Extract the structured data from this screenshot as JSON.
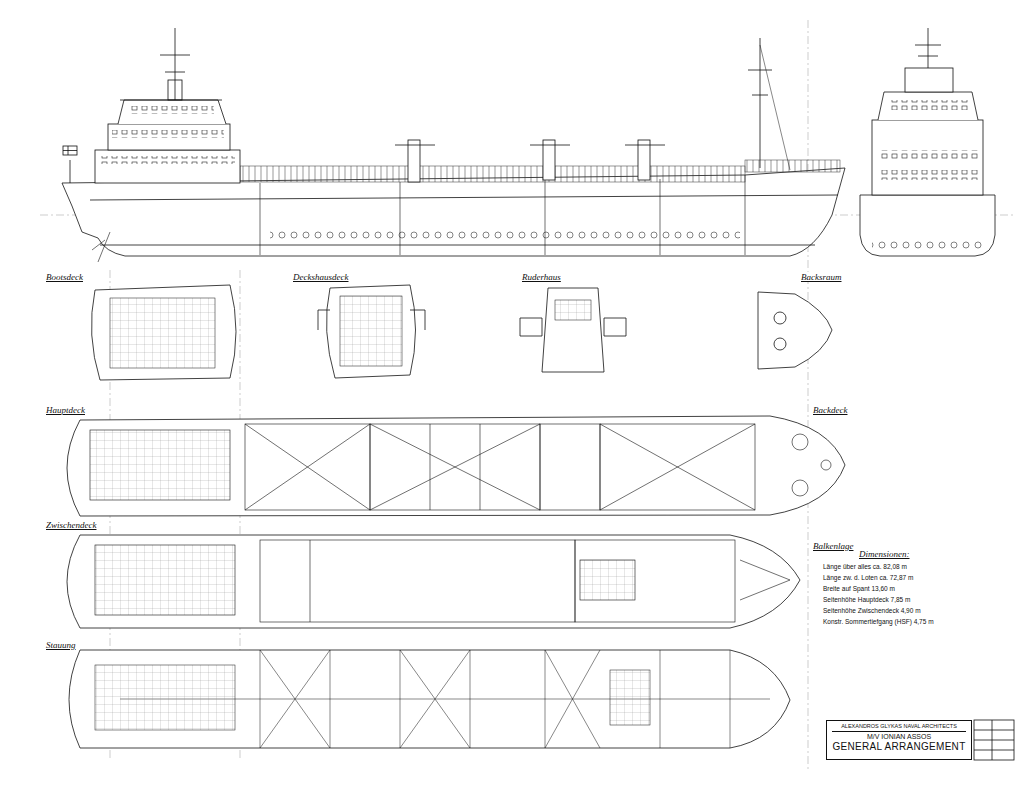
{
  "diagram": {
    "nodes": [
      {
        "text": [
          "ALEXANDROS GLYKAS NAVAL ARCHITECTS",
          "M/V IONIAN ASSOS",
          "GENERAL ARRANGEMENT"
        ]
      }
    ],
    "labels": [
      "Bootsdeck",
      "Deckshausdeck",
      "Ruderhaus",
      "Backsraum",
      "Hauptdeck",
      "Backdeck",
      "Zwischendeck",
      "Balkenlage",
      "Stauung",
      "Dimensionen:",
      "Länge über alles ca. 82,08 m",
      "Länge zw. d. Loten ca. 72,87 m",
      "Breite auf Spant 13,60 m",
      "Seitenhöhe Hauptdeck 7,85 m",
      "Seitenhöhe Zwischendeck 4,90 m",
      "Konstr. Sommertiefgang (HSF) 4,75 m"
    ]
  }
}
